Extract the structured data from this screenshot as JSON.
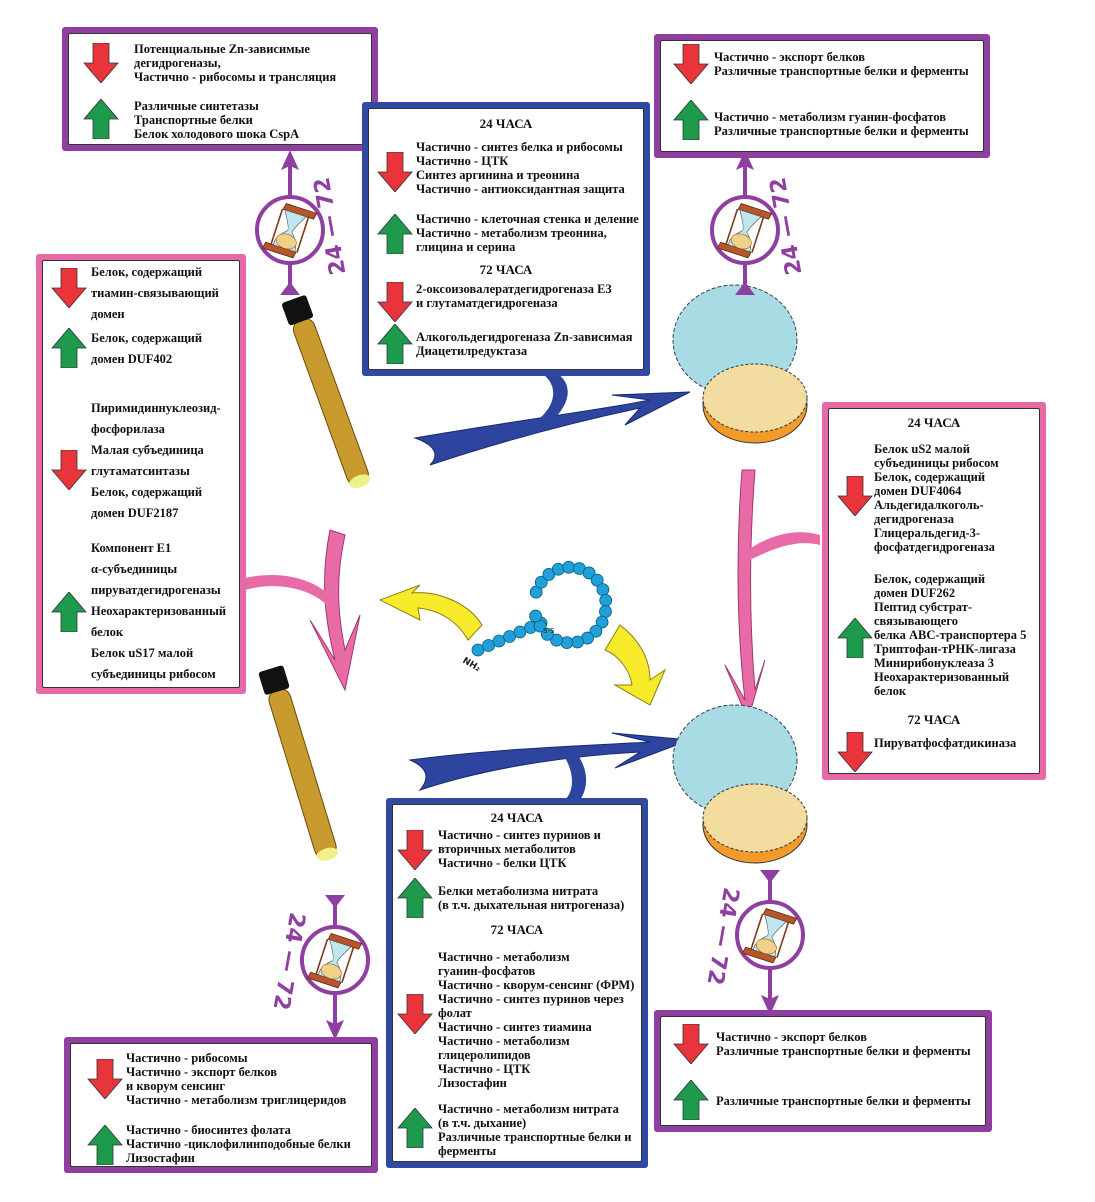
{
  "colors": {
    "purple_frame": "#8e3fa0",
    "blue_frame": "#2e4aa3",
    "pink_frame": "#e66aa8",
    "down_arrow": "#e8343a",
    "up_arrow": "#1e9a4c",
    "flow_arrow_blue": "#2e45a0",
    "flow_arrow_pink": "#e86aa6",
    "flow_arrow_yellow": "#f7ea2a",
    "peptide": "#1fa0d8"
  },
  "boxes": {
    "top_left": {
      "down": [
        "Потенциальные Zn-зависимые",
        "дегидрогеназы,",
        "Частично - рибосомы и трансляция"
      ],
      "up": [
        "Различные синтетазы",
        "Транспортные белки",
        "Белок холодового шока CspA"
      ]
    },
    "top_center": {
      "h24": "24 ЧАСА",
      "down24": [
        "Частично - синтез белка и рибосомы",
        "Частично - ЦТК",
        "Синтез аргинина и треонина",
        "Частично - антиоксидантная защита"
      ],
      "up24": [
        "Частично - клеточная стенка и деление",
        "Частично - метаболизм треонина,",
        "глицина и  серина"
      ],
      "h72": "72 ЧАСА",
      "down72": [
        "2-оксоизовалератдегидрогеназа E3",
        "и глутаматдегидрогеназа"
      ],
      "up72": [
        "Алкогольдегидрогеназа Zn-зависимая",
        "Диацетилредуктаза"
      ]
    },
    "top_right": {
      "down": [
        "Частично - экспорт белков",
        "Различные транспортные белки и ферменты"
      ],
      "up": [
        "Частично - метаболизм гуанин-фосфатов",
        "Различные транспортные белки и ферменты"
      ]
    },
    "left": {
      "down1": [
        "Белок, содержащий",
        "тиамин-связывающий",
        "домен"
      ],
      "up1": [
        "Белок, содержащий",
        "домен DUF402"
      ],
      "down2": [
        "Пиримидиннуклеозид-",
        "фосфорилаза",
        "Малая субъединица",
        "глутаматсинтазы",
        "Белок, содержащий",
        "домен DUF2187"
      ],
      "up2": [
        "Компонент E1",
        "α-субъединицы",
        "пируватдегидрогеназы",
        "Неохарактеризованный",
        "белок",
        "Белок uS17 малой",
        "субъединицы рибосом"
      ]
    },
    "right": {
      "h24": "24 ЧАСА",
      "down24": [
        "Белок uS2 малой",
        "субъединицы рибосом",
        "Белок, содержащий",
        "домен DUF4064",
        "Альдегидалкоголь-",
        "дегидрогеназа",
        "Глицеральдегид-3-",
        "фосфатдегидрогеназа"
      ],
      "up24": [
        "Белок, содержащий",
        "домен DUF262",
        "Пептид субстрат-",
        "связывающего",
        "белка ABC-транспортера 5",
        "Триптофан-тРНК-лигаза",
        "Минирибонуклеаза 3",
        "Неохарактеризованный",
        "белок"
      ],
      "h72": "72 ЧАСА",
      "down72": [
        "Пируватфосфатдикиназа"
      ]
    },
    "bottom_center": {
      "h24": "24 ЧАСА",
      "down24": [
        "Частично - синтез пуринов и",
        "вторичных метаболитов",
        "Частично - белки ЦТК"
      ],
      "up24": [
        "Белки метаболизма нитрата",
        "(в т.ч. дыхательная нитрогеназа)"
      ],
      "h72": "72 ЧАСА",
      "down72": [
        "Частично - метаболизм",
        "гуанин-фосфатов",
        "Частично - кворум-сенсинг (ФРМ)",
        "Частично - синтез пуринов через",
        "фолат",
        "Частично - синтез тиамина",
        "Частично - метаболизм",
        "глицеролипидов",
        "Частично - ЦТК",
        "Лизостафин"
      ],
      "up72": [
        "Частично - метаболизм нитрата",
        "(в т.ч. дыхание)",
        "Различные транспортные белки и",
        "ферменты"
      ]
    },
    "bottom_left": {
      "down": [
        "Частично - рибосомы",
        "Частично - экспорт белков",
        "и кворум сенсинг",
        "Частично - метаболизм триглицеридов"
      ],
      "up": [
        "Частично - биосинтез фолата",
        "Частично -циклофилинподобные белки",
        "Лизостафин"
      ]
    },
    "bottom_right": {
      "down": [
        "Частично - экспорт белков",
        "Различные транспортные белки и ферменты"
      ],
      "up": [
        "Различные транспортные белки и ферменты"
      ]
    }
  },
  "timers": {
    "label": "24 — 72"
  },
  "peptide": {
    "terminal_label": "NH₂",
    "bridge_label": "S-S"
  }
}
